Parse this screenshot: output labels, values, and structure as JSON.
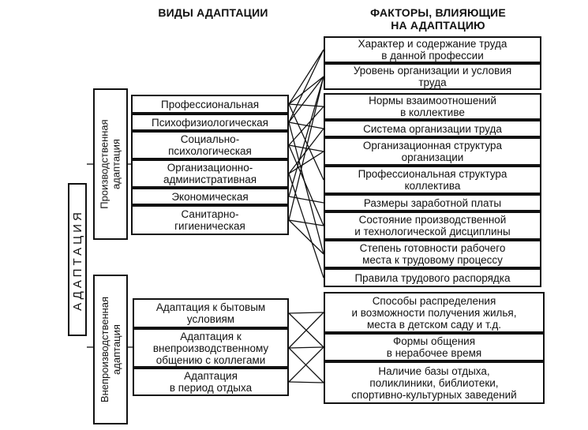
{
  "headers": {
    "types": "ВИДЫ АДАПТАЦИИ",
    "factors": "ФАКТОРЫ, ВЛИЯЮЩИЕ\nНА АДАПТАЦИЮ"
  },
  "root": {
    "label": "АДАПТАЦИЯ"
  },
  "groups": {
    "production": {
      "label": "Производственная\nадаптация"
    },
    "non_production": {
      "label": "Внепроизводственная\nадаптация"
    }
  },
  "production_types": [
    "Профессиональная",
    "Психофизиологическая",
    "Социально-\nпсихологическая",
    "Организационно-\nадминистративная",
    "Экономическая",
    "Санитарно-\nгигиеническая"
  ],
  "production_factors": [
    "Характер и содержание труда\nв данной профессии",
    "Уровень организации и условия\nтруда",
    "Нормы взаимоотношений\nв коллективе",
    "Система организации труда",
    "Организационная структура\nорганизации",
    "Профессиональная структура\nколлектива",
    "Размеры заработной платы",
    "Состояние производственной\nи технологической дисциплины",
    "Степень готовности рабочего\nместа к трудовому процессу",
    "Правила трудового распорядка"
  ],
  "non_production_types": [
    "Адаптация к бытовым\nусловиям",
    "Адаптация к\nвнепроизводственному\nобщению с коллегами",
    "Адаптация\nв период отдыха"
  ],
  "non_production_factors": [
    "Способы распределения\nи возможности получения жилья,\nместа в детском саду и т.д.",
    "Формы общения\nв нерабочее время",
    "Наличие базы отдыха,\nполиклиники, библиотеки,\nспортивно-культурных заведений"
  ]
}
